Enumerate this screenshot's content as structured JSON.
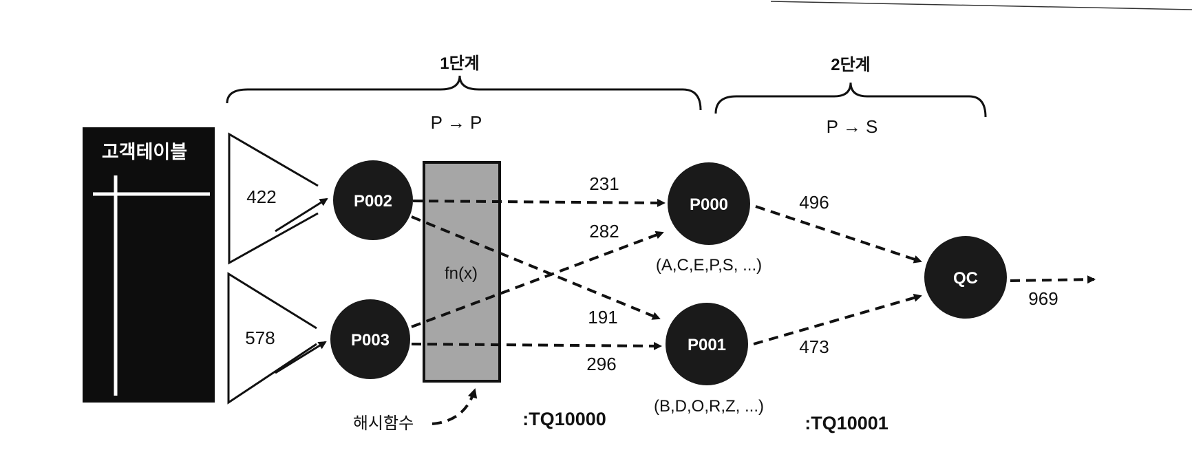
{
  "stages": [
    {
      "title": "1단계",
      "flow": "P → P"
    },
    {
      "title": "2단계",
      "flow": "P → S"
    }
  ],
  "table": {
    "title": "고객테이블"
  },
  "partitions": [
    {
      "count": "422"
    },
    {
      "count": "578"
    }
  ],
  "nodes": {
    "p002": "P002",
    "p003": "P003",
    "p000": "P000",
    "p001": "P001",
    "qc": "QC"
  },
  "hash_box": {
    "label": "fn(x)",
    "caption": "해시함수"
  },
  "edge_labels": {
    "p002_p000": "231",
    "p003_p000": "282",
    "p002_p001": "191",
    "p003_p001": "296",
    "p000_qc": "496",
    "p001_qc": "473",
    "qc_out": "969"
  },
  "key_sets": {
    "p000": "(A,C,E,P,S, ...)",
    "p001": "(B,D,O,R,Z, ...)"
  },
  "tq_labels": {
    "stage1": ":TQ10000",
    "stage2": ":TQ10001"
  },
  "colors": {
    "node_fill": "#1a1a1a",
    "table_fill": "#0d0d0d",
    "hash_fill": "#a6a6a6",
    "ink": "#111111"
  }
}
